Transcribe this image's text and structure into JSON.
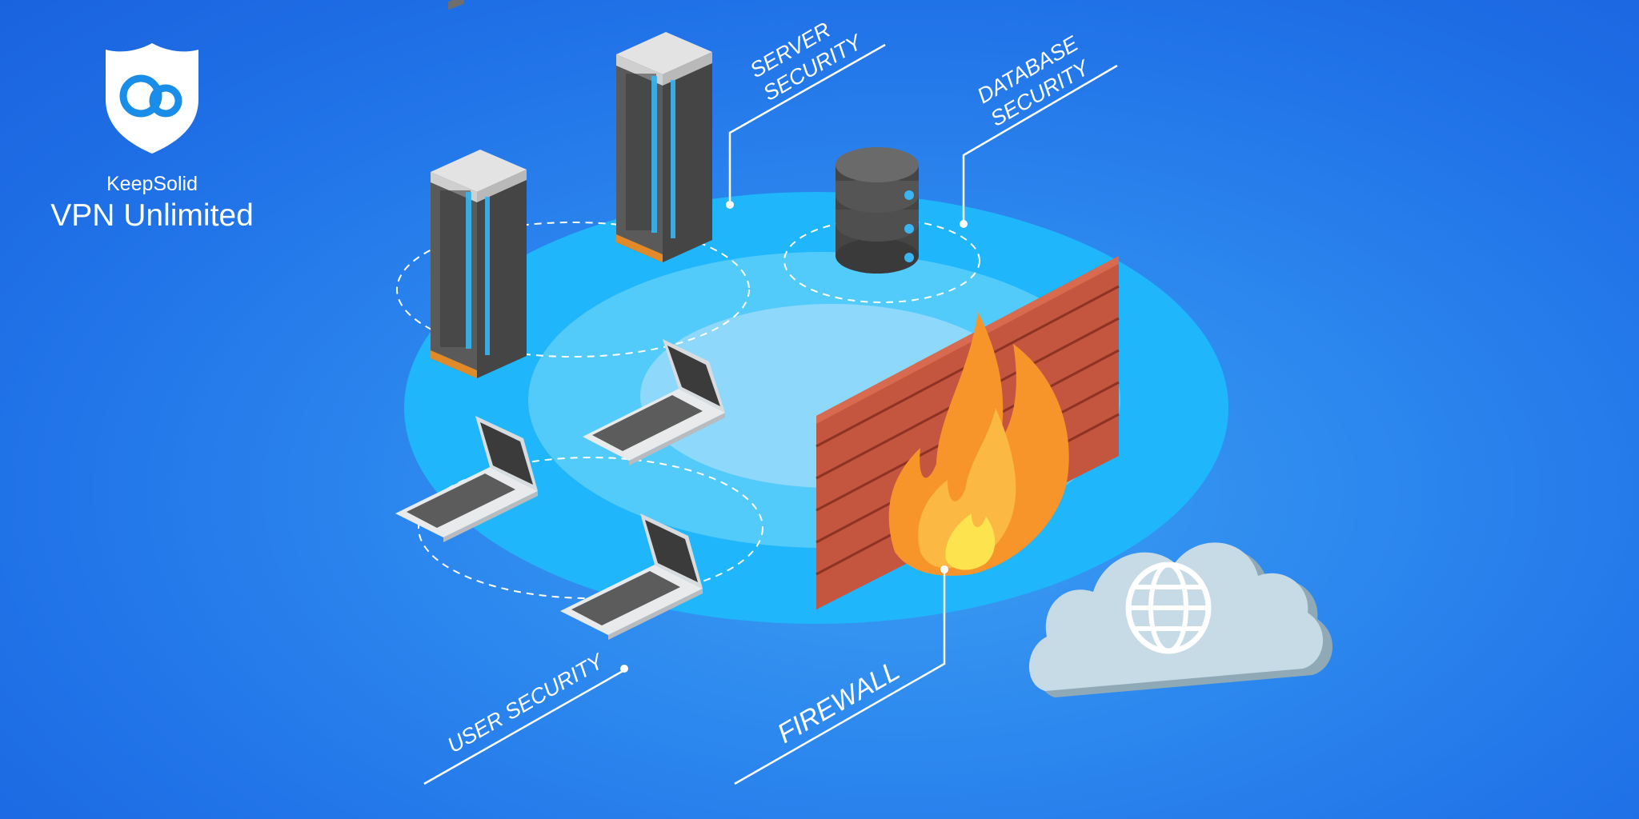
{
  "brand": {
    "company": "KeepSolid",
    "product": "VPN Unlimited",
    "logo_icon": "infinity-shield-icon"
  },
  "labels": {
    "server_security": [
      "SERVER",
      "SECURITY"
    ],
    "database_security": [
      "DATABASE",
      "SECURITY"
    ],
    "user_security": "USER SECURITY",
    "firewall": "FIREWALL"
  },
  "icons": [
    "server-rack-icon",
    "database-icon",
    "laptop-icon",
    "firewall-icon",
    "flame-icon",
    "cloud-icon",
    "globe-icon"
  ],
  "colors": {
    "background": "#2b86ee",
    "platform_outer": "#1fb6fb",
    "platform_mid": "#52cbfb",
    "platform_inner": "#8ed8fc",
    "brick": "#c4553f",
    "flame": "#f7952b",
    "cloud": "#c7dbe6",
    "server": "#555555",
    "label": "#ffffff"
  }
}
